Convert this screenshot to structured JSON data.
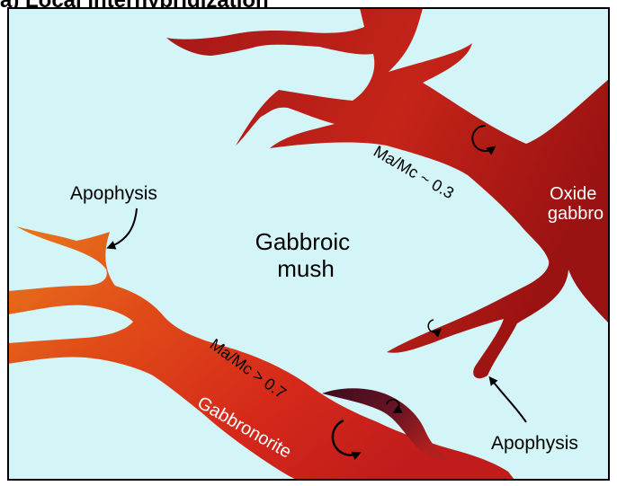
{
  "title": "a) Local interhybridization",
  "labels": {
    "gabbroic_mush": [
      "Gabbroic",
      "mush"
    ],
    "oxide_gabbro": [
      "Oxide",
      "gabbro"
    ],
    "ratio_upper": "Ma/Mc ~ 0.3",
    "ratio_lower": "Ma/Mc > 0.7",
    "gabbronorite": "Gabbronorite",
    "apophysis_left": "Apophysis",
    "apophysis_right": "Apophysis"
  },
  "colors": {
    "mush": "#d4f5f8",
    "oxide_gabbro": "#9e1515",
    "gabbronorite": "#d42a18",
    "apophysis_orange": "#e0661a",
    "hybrid_dark": "#4a1020",
    "frame": "#000000"
  },
  "icons": [
    "rotation-arrow-icon",
    "apophysis-arrow-icon"
  ]
}
